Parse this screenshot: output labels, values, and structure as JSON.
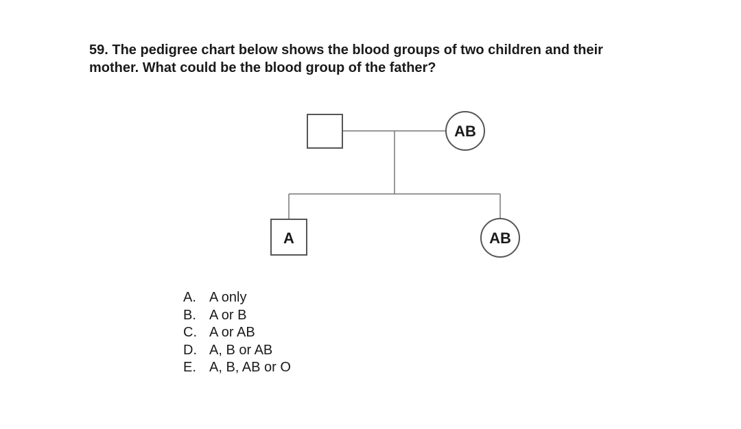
{
  "question": {
    "line1": "59. The pedigree chart below shows the blood groups of two children and their",
    "line2": "mother. What could be the blood group of the father?"
  },
  "pedigree": {
    "father": {
      "label": ""
    },
    "mother": {
      "label": "AB"
    },
    "son": {
      "label": "A"
    },
    "daughter": {
      "label": "AB"
    }
  },
  "options": [
    {
      "letter": "A.",
      "text": "A only"
    },
    {
      "letter": "B.",
      "text": "A or B"
    },
    {
      "letter": "C.",
      "text": "A or AB"
    },
    {
      "letter": "D.",
      "text": "A, B or AB"
    },
    {
      "letter": "E.",
      "text": "A, B, AB or O"
    }
  ]
}
